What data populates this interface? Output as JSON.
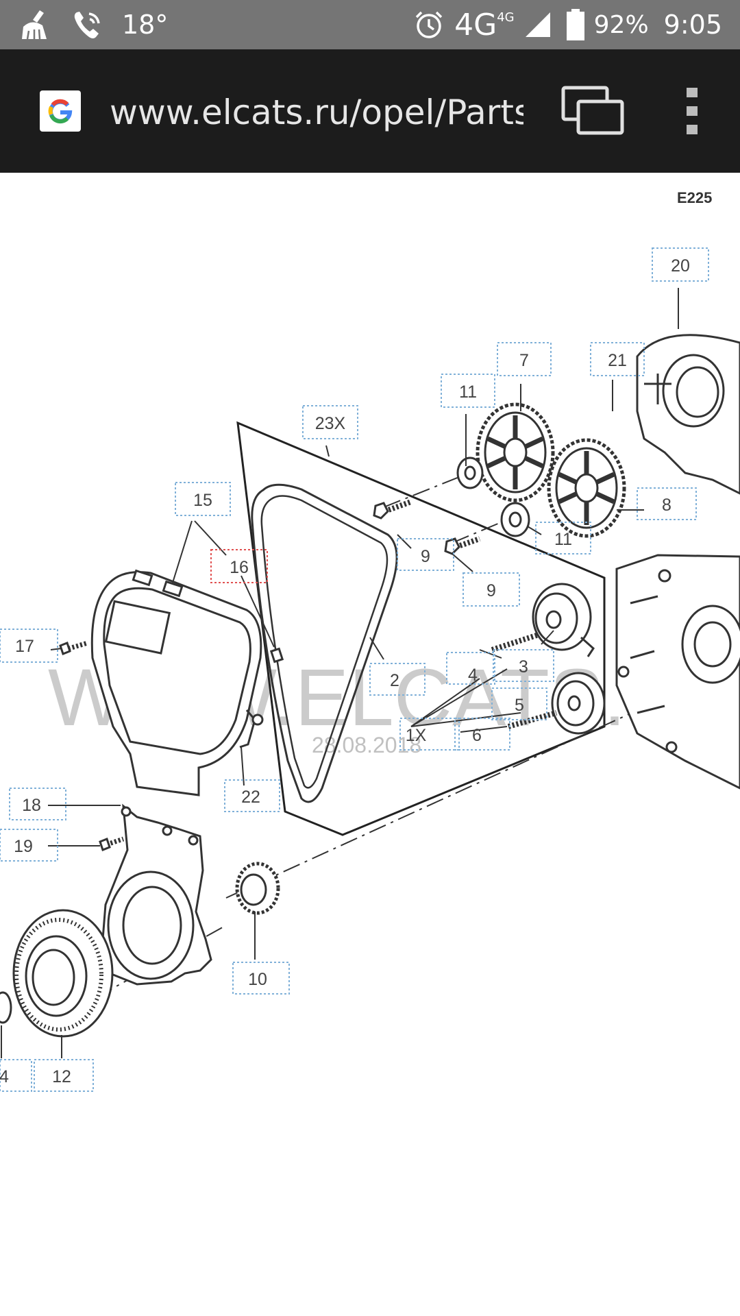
{
  "status_bar": {
    "temperature": "18°",
    "network": "4G",
    "network_small": "4G",
    "battery": "92%",
    "time": "9:05",
    "icons": [
      "cleaner-icon",
      "phone-wifi-icon",
      "alarm-icon",
      "signal-icon",
      "battery-icon"
    ]
  },
  "browser": {
    "url": "www.elcats.ru/opel/Parts",
    "icons": [
      "google-icon",
      "tabs-icon",
      "overflow-menu-icon"
    ]
  },
  "diagram": {
    "code": "E225",
    "watermark": "WWW.ELCATS.RU",
    "watermark_date": "28.08.2018",
    "callouts": {
      "c20": "20",
      "c21": "21",
      "c7": "7",
      "c11a": "11",
      "c23x": "23X",
      "c8": "8",
      "c11b": "11",
      "c15": "15",
      "c16": "16",
      "c9a": "9",
      "c9b": "9",
      "c17": "17",
      "c3": "3",
      "c4": "4",
      "c2": "2",
      "c5": "5",
      "c1x": "1X",
      "c6": "6",
      "c22": "22",
      "c18": "18",
      "c19": "19",
      "c10": "10",
      "c12": "12",
      "c14": "4"
    }
  }
}
